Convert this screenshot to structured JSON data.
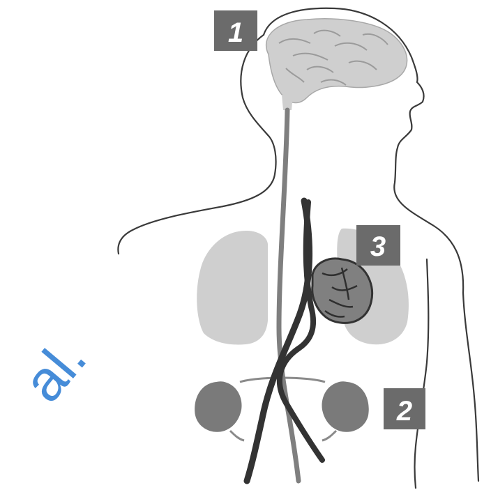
{
  "diagram": {
    "labels": [
      {
        "id": "1",
        "text": "1"
      },
      {
        "id": "2",
        "text": "2"
      },
      {
        "id": "3",
        "text": "3"
      }
    ],
    "watermark": {
      "text": "al."
    },
    "colors": {
      "outline": "#3a3a3a",
      "organ_light": "#cfcfcf",
      "organ_dark": "#7a7a7a",
      "vessel_dark": "#333333",
      "vessel_mid": "#7f7f7f",
      "heart": "#808080",
      "label_box": "#6b6b6b",
      "label_text": "#ffffff",
      "watermark": "#3d86d6"
    }
  }
}
